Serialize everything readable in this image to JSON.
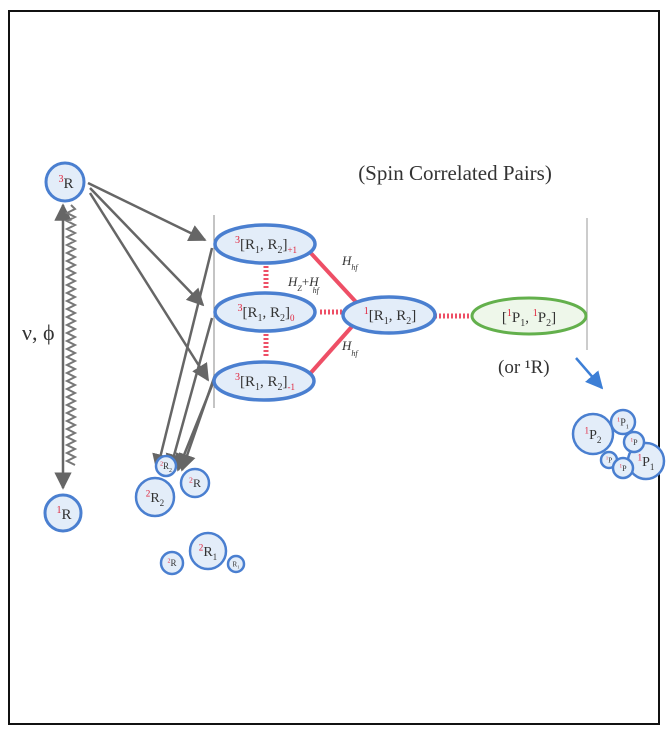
{
  "title": "(Spin Correlated Pairs)",
  "excitation_label": "ν, ϕ",
  "alt_product_label": "(or ¹R)",
  "colors": {
    "bubble_edge": "#4a7fd0",
    "bubble_fill": "#e3edf9",
    "product_edge": "#63b04c",
    "product_fill": "#eef7ea",
    "spin_red": "#e0223a",
    "link_pink": "#ee4f66",
    "arrow_gray": "#6b6b6b",
    "arrow_blue": "#3d7fd6"
  },
  "species": {
    "triplet_precursor": {
      "sup": "3",
      "text": "R"
    },
    "singlet_precursor": {
      "sup": "1",
      "text": "R"
    },
    "pair_T_plus": {
      "sup": "3",
      "body": "[R",
      "s1": "1",
      "mid": ", R",
      "s2": "2",
      "close": "]",
      "tail": "+1"
    },
    "pair_T0": {
      "sup": "3",
      "body": "[R",
      "s1": "1",
      "mid": ", R",
      "s2": "2",
      "close": "]",
      "tail": "0"
    },
    "pair_T_minus": {
      "sup": "3",
      "body": "[R",
      "s1": "1",
      "mid": ", R",
      "s2": "2",
      "close": "]",
      "tail": "-1"
    },
    "pair_S": {
      "sup": "1",
      "body": "[R",
      "s1": "1",
      "mid": ", R",
      "s2": "2",
      "close": "]"
    },
    "product": {
      "sup1": "1",
      "text1": "P",
      "sub1": "1",
      "mid": ", ",
      "sup2": "1",
      "text2": "P",
      "sub2": "2",
      "close": "]",
      "open": "["
    }
  },
  "couplings": {
    "upper": {
      "main": "H",
      "sub": "hf"
    },
    "center": {
      "a": "H",
      "a_sub": "Z",
      "plus": "+",
      "b": "H",
      "b_sub": "hf"
    },
    "lower": {
      "main": "H",
      "sub": "hf"
    }
  },
  "free_radicals": [
    {
      "sup": "2",
      "text": "R",
      "sub": "2"
    },
    {
      "sup": "2",
      "text": "R",
      "sub": ""
    },
    {
      "sup": "2",
      "text": "R",
      "sub": "2"
    },
    {
      "sup": "2",
      "text": "R",
      "sub": "1"
    },
    {
      "sup": "2",
      "text": "R",
      "sub": ""
    },
    {
      "sup": "",
      "text": "R",
      "sub": "1"
    }
  ],
  "product_cluster": [
    {
      "sup": "1",
      "text": "P",
      "sub": "2"
    },
    {
      "sup": "1",
      "text": "P",
      "sub": "1"
    },
    {
      "sup": "1",
      "text": "P",
      "sub": "1"
    },
    {
      "sup": "1",
      "text": "P",
      "sub": ""
    },
    {
      "sup": "1",
      "text": "P",
      "sub": ""
    },
    {
      "sup": "1",
      "text": "P",
      "sub": ""
    }
  ]
}
